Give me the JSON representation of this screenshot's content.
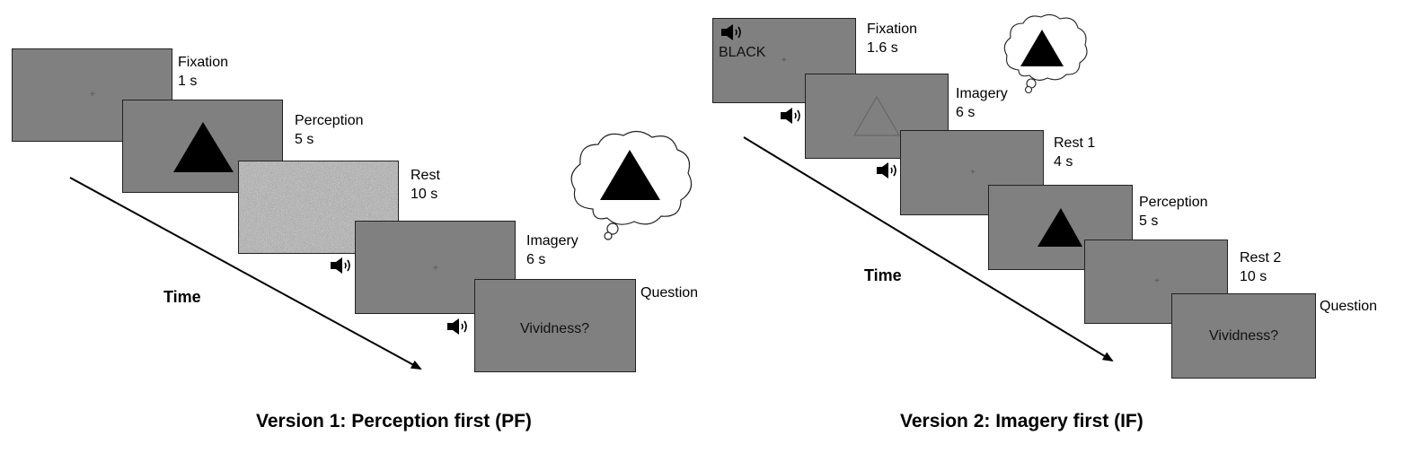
{
  "version1": {
    "caption": "Version 1: Perception first (PF)",
    "time_label": "Time",
    "steps": [
      {
        "name": "Fixation",
        "duration": "1 s"
      },
      {
        "name": "Perception",
        "duration": "5 s"
      },
      {
        "name": "Rest",
        "duration": "10 s"
      },
      {
        "name": "Imagery",
        "duration": "6 s"
      },
      {
        "name": "Question",
        "duration": ""
      }
    ],
    "question_text": "Vividness?"
  },
  "version2": {
    "caption": "Version 2: Imagery first (IF)",
    "time_label": "Time",
    "steps": [
      {
        "name": "Fixation",
        "duration": "1.6 s"
      },
      {
        "name": "Imagery",
        "duration": "6 s"
      },
      {
        "name": "Rest 1",
        "duration": "4 s"
      },
      {
        "name": "Perception",
        "duration": "5 s"
      },
      {
        "name": "Rest 2",
        "duration": "10 s"
      },
      {
        "name": "Question",
        "duration": ""
      }
    ],
    "cue_word": "BLACK",
    "question_text": "Vividness?"
  },
  "icons": {
    "speaker": "speaker-icon",
    "triangle": "triangle-stimulus",
    "thought_bubble": "thought-bubble-icon",
    "fixation_cross": "fixation-cross"
  },
  "colors": {
    "screen_gray": "#808080",
    "stimulus_black": "#000000"
  }
}
